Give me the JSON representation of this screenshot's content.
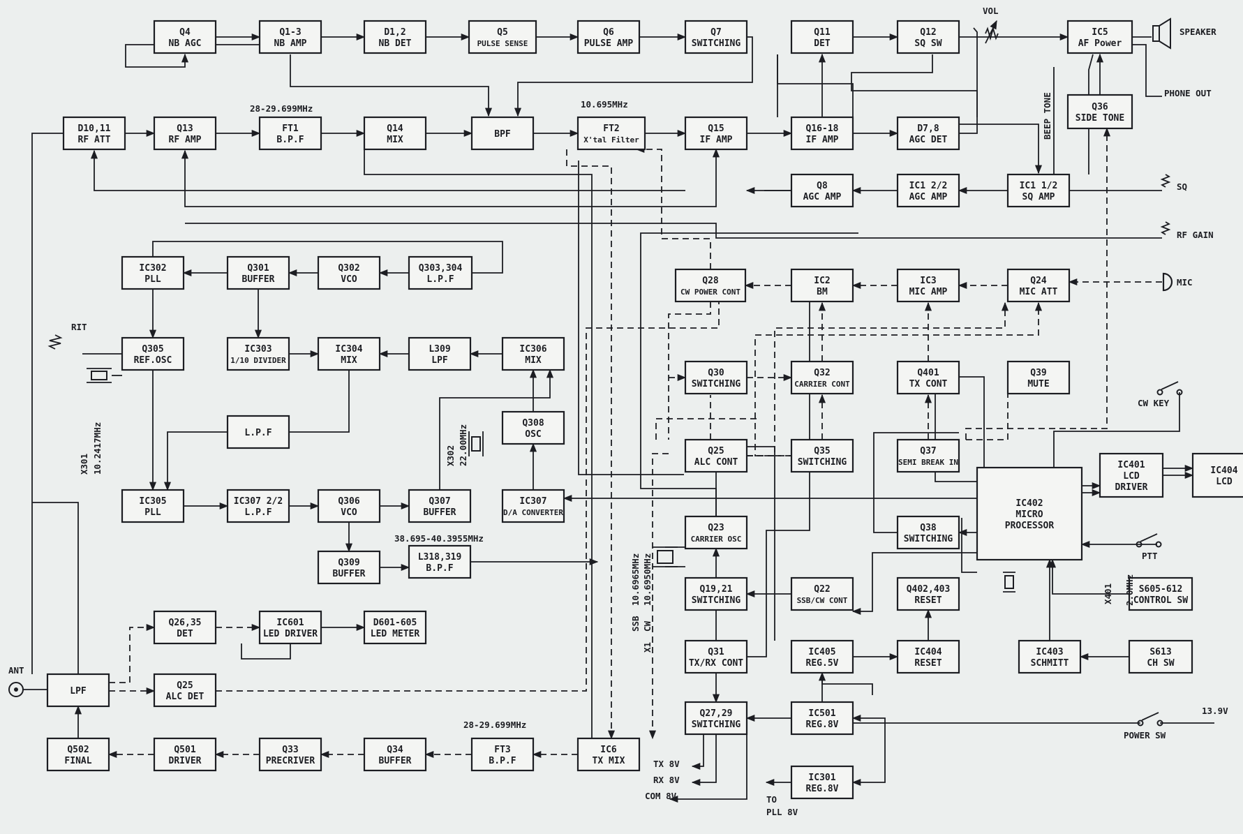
{
  "blocks": {
    "q4": [
      "Q4",
      "NB  AGC"
    ],
    "q1_3": [
      "Q1-3",
      "NB  AMP"
    ],
    "d1_2": [
      "D1,2",
      "NB  DET"
    ],
    "q5": [
      "Q5",
      "PULSE SENSE"
    ],
    "q6": [
      "Q6",
      "PULSE AMP"
    ],
    "q7": [
      "Q7",
      "SWITCHING"
    ],
    "q11": [
      "Q11",
      "DET"
    ],
    "q12": [
      "Q12",
      "SQ  SW"
    ],
    "ic5": [
      "IC5",
      "AF Power"
    ],
    "d10_11": [
      "D10,11",
      "RF  ATT"
    ],
    "q13": [
      "Q13",
      "RF  AMP"
    ],
    "ft1": [
      "FT1",
      "B.P.F"
    ],
    "q14": [
      "Q14",
      "MIX"
    ],
    "bpf": [
      "BPF",
      ""
    ],
    "ft2": [
      "FT2",
      "X'tal Filter"
    ],
    "q15": [
      "Q15",
      "IF  AMP"
    ],
    "q16_18": [
      "Q16-18",
      "IF  AMP"
    ],
    "d7_8": [
      "D7,8",
      "AGC DET"
    ],
    "q36": [
      "Q36",
      "SIDE TONE"
    ],
    "q8": [
      "Q8",
      "AGC AMP"
    ],
    "ic1_22": [
      "IC1  2/2",
      "AGC  AMP"
    ],
    "ic1_12": [
      "IC1 1/2",
      "SQ AMP"
    ],
    "ic302": [
      "IC302",
      "PLL"
    ],
    "q301": [
      "Q301",
      "BUFFER"
    ],
    "q302": [
      "Q302",
      "VCO"
    ],
    "q303": [
      "Q303,304",
      "L.P.F"
    ],
    "q28": [
      "Q28",
      "CW POWER CONT"
    ],
    "ic2": [
      "IC2",
      "BM"
    ],
    "ic3": [
      "IC3",
      "MIC  AMP"
    ],
    "q24": [
      "Q24",
      "MIC  ATT"
    ],
    "q305": [
      "Q305",
      "REF.OSC"
    ],
    "ic303": [
      "IC303",
      "1/10 DIVIDER"
    ],
    "ic304": [
      "IC304",
      "MIX"
    ],
    "l309": [
      "L309",
      "LPF"
    ],
    "ic306": [
      "IC306",
      "MIX"
    ],
    "q30": [
      "Q30",
      "SWITCHING"
    ],
    "q32": [
      "Q32",
      "CARRIER CONT"
    ],
    "q401": [
      "Q401",
      "TX  CONT"
    ],
    "q39": [
      "Q39",
      "MUTE"
    ],
    "lpf_mid": [
      "L.P.F",
      ""
    ],
    "q308": [
      "Q308",
      "OSC"
    ],
    "q25a": [
      "Q25",
      "ALC  CONT"
    ],
    "q35": [
      "Q35",
      "SWITCHING"
    ],
    "q37": [
      "Q37",
      "SEMI BREAK IN"
    ],
    "ic401": [
      "IC401",
      "LCD",
      "DRIVER"
    ],
    "ic404a": [
      "IC404",
      "LCD"
    ],
    "ic305": [
      "IC305",
      "PLL"
    ],
    "ic307a": [
      "IC307  2/2",
      "L.P.F"
    ],
    "q306": [
      "Q306",
      "VCO"
    ],
    "q307": [
      "Q307",
      "BUFFER"
    ],
    "ic307b": [
      "IC307",
      "D/A CONVERTER"
    ],
    "ic402": [
      "IC402",
      "MICRO",
      "PROCESSOR"
    ],
    "q23": [
      "Q23",
      "CARRIER OSC"
    ],
    "q38": [
      "Q38",
      "SWITCHING"
    ],
    "q309": [
      "Q309",
      "BUFFER"
    ],
    "l318": [
      "L318,319",
      "B.P.F"
    ],
    "q19": [
      "Q19,21",
      "SWITCHING"
    ],
    "q22": [
      "Q22",
      "SSB/CW CONT"
    ],
    "q402": [
      "Q402,403",
      "RESET"
    ],
    "s605": [
      "S605-612",
      "CONTROL SW"
    ],
    "q26": [
      "Q26,35",
      "DET"
    ],
    "ic601": [
      "IC601",
      "LED DRIVER"
    ],
    "d601": [
      "D601-605",
      "LED METER"
    ],
    "q31": [
      "Q31",
      "TX/RX CONT"
    ],
    "ic405": [
      "IC405",
      "REG.5V"
    ],
    "ic404b": [
      "IC404",
      "RESET"
    ],
    "ic403": [
      "IC403",
      "SCHMITT"
    ],
    "s613": [
      "S613",
      "CH SW"
    ],
    "lpf_ant": [
      "LPF",
      ""
    ],
    "q25b": [
      "Q25",
      "ALC  DET"
    ],
    "q27": [
      "Q27,29",
      "SWITCHING"
    ],
    "ic501": [
      "IC501",
      "REG.8V"
    ],
    "q502": [
      "Q502",
      "FINAL"
    ],
    "q501": [
      "Q501",
      "DRIVER"
    ],
    "q33": [
      "Q33",
      "PRECRIVER"
    ],
    "q34": [
      "Q34",
      "BUFFER"
    ],
    "ft3": [
      "FT3",
      "B.P.F"
    ],
    "ic6": [
      "IC6",
      "TX  MIX"
    ],
    "ic301": [
      "IC301",
      "REG.8V"
    ]
  },
  "labels": {
    "vol": "VOL",
    "speaker": "SPEAKER",
    "phone_out": "PHONE OUT",
    "beep_tone": "BEEP TONE",
    "freq_ft1": "28-29.699MHz",
    "freq_ft2": "10.695MHz",
    "sq": "SQ",
    "rf_gain": "RF GAIN",
    "mic": "MIC",
    "rit": "RIT",
    "x301": "X301",
    "x301_freq": "10.2417MHz",
    "x302": "X302",
    "x302_freq": "22.00MHz",
    "cw_key": "CW KEY",
    "freq_l318": "38.695-40.3955MHz",
    "xtal_ssb": "10.6965MHz",
    "xtal_cw": "10.6950MHz",
    "ssb": "SSB",
    "cw": "CW",
    "x1": "X1",
    "ptt": "PTT",
    "x401": "X401",
    "x401_freq": "2.0MHz",
    "ant": "ANT",
    "supply": "13.9V",
    "power_sw": "POWER  SW",
    "freq_ft3": "28-29.699MHz",
    "tx8v": "TX 8V",
    "rx8v": "RX 8V",
    "com8v": "COM 8V",
    "to": "TO",
    "pll8v": "PLL 8V"
  },
  "colors": {
    "ink": "#1c1d22",
    "paper": "#ecefee",
    "block_fill": "#f4f5f3"
  }
}
